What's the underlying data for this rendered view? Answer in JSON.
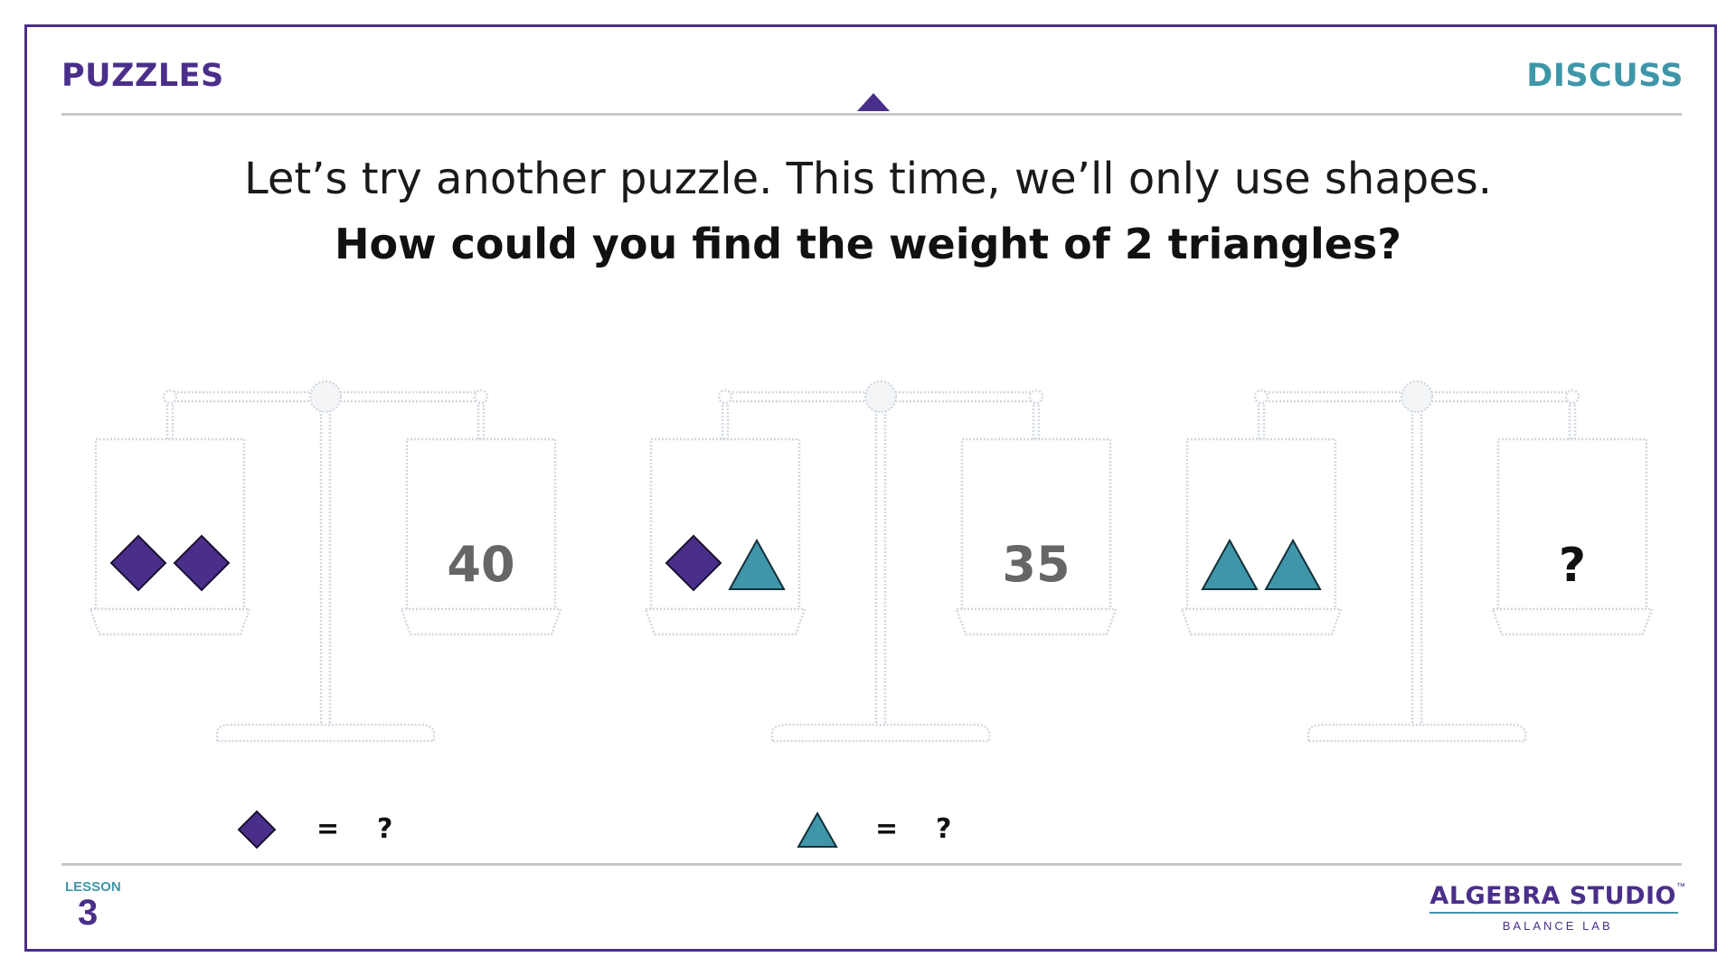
{
  "header": {
    "left_label": "PUZZLES",
    "right_label": "DISCUSS"
  },
  "question": {
    "line1": "Let’s try another puzzle.  This time, we’ll only use shapes.",
    "line2": "How could you find the weight of 2 triangles?"
  },
  "scales": [
    {
      "left_items": [
        "diamond-icon",
        "diamond-icon"
      ],
      "right_value": "40"
    },
    {
      "left_items": [
        "diamond-icon",
        "triangle-icon"
      ],
      "right_value": "35"
    },
    {
      "left_items": [
        "triangle-icon",
        "triangle-icon"
      ],
      "right_value": "?"
    }
  ],
  "legend": [
    {
      "icon": "diamond-icon",
      "equals": "=",
      "value": "?"
    },
    {
      "icon": "triangle-icon",
      "equals": "=",
      "value": "?"
    }
  ],
  "footer": {
    "lesson_label": "LESSON",
    "lesson_number": "3",
    "brand_main": "ALGEBRA STUDIO",
    "brand_tm": "™",
    "brand_sub": "BALANCE LAB"
  },
  "colors": {
    "purple": "#4a2f8a",
    "teal": "#3f96a8",
    "scale_outline": "#d2d8e0"
  }
}
